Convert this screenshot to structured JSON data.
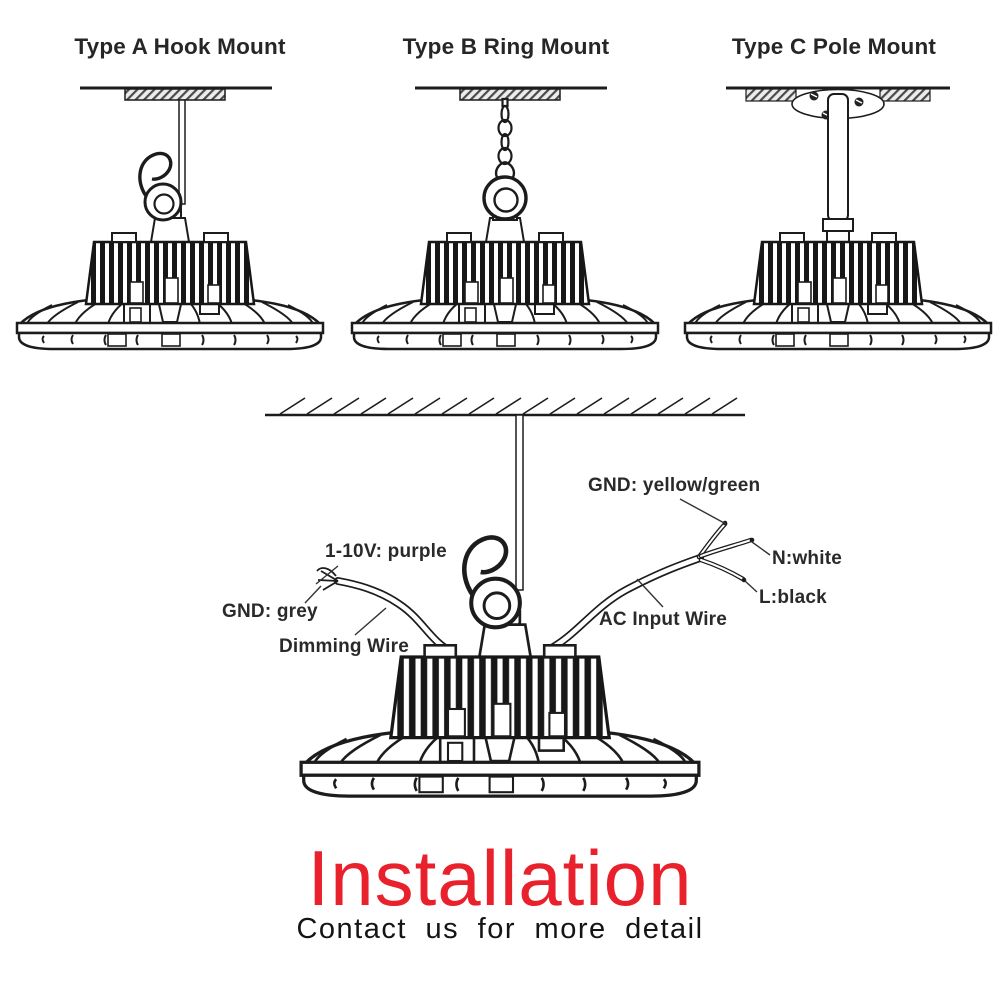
{
  "mounts": [
    {
      "id": "type-a",
      "label": "Type A Hook Mount"
    },
    {
      "id": "type-b",
      "label": "Type B Ring Mount"
    },
    {
      "id": "type-c",
      "label": "Type C Pole Mount"
    }
  ],
  "wiring": {
    "labels": {
      "ground_ac": "GND: yellow/green",
      "neutral": "N:white",
      "live": "L:black",
      "ac_input": "AC Input Wire",
      "dimming_signal": "1-10V: purple",
      "ground_dimming": "GND: grey",
      "dimming_wire": "Dimming Wire"
    }
  },
  "footer": {
    "heading": "Installation",
    "subheading": "Contact us for more detail",
    "heading_color": "#e8212c",
    "subheading_color": "#141414"
  },
  "line_color": "#1c1c1c",
  "background_color": "#ffffff"
}
